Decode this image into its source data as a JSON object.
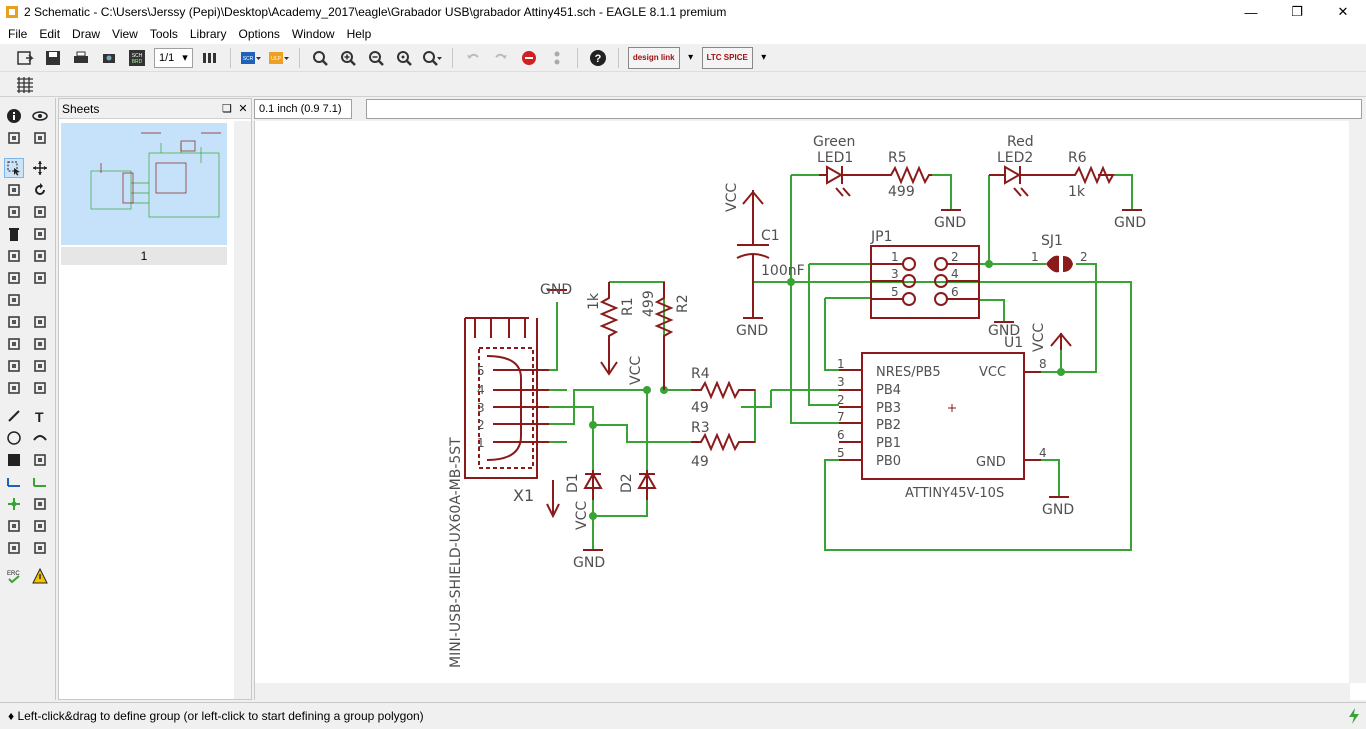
{
  "window": {
    "title": "2 Schematic - C:\\Users\\Jerssy (Pepi)\\Desktop\\Academy_2017\\eagle\\Grabador USB\\grabador Attiny451.sch - EAGLE 8.1.1 premium"
  },
  "menu": [
    "File",
    "Edit",
    "Draw",
    "View",
    "Tools",
    "Library",
    "Options",
    "Window",
    "Help"
  ],
  "toolbar": {
    "sheet_select": "1/1",
    "designlink_label": "design link",
    "ltspice_label": "LTC SPICE"
  },
  "sheets": {
    "header": "Sheets",
    "thumb_label": "1"
  },
  "command": {
    "coordinate": "0.1 inch (0.9 7.1)",
    "value": ""
  },
  "schematic": {
    "labels": {
      "green": "Green",
      "led1": "LED1",
      "r5": "R5",
      "r5_val": "499",
      "gnd_r5": "GND",
      "red": "Red",
      "led2": "LED2",
      "r6": "R6",
      "r6_val": "1k",
      "gnd_r6": "GND",
      "vcc_c1": "VCC",
      "c1": "C1",
      "c1_val": "100nF",
      "gnd_c1": "GND",
      "jp1": "JP1",
      "jp1_p1": "1",
      "jp1_p2": "2",
      "jp1_p3": "3",
      "jp1_p4": "4",
      "jp1_p5": "5",
      "jp1_p6": "6",
      "gnd_jp1": "GND",
      "sj1": "SJ1",
      "sj1_p1": "1",
      "sj1_p2": "2",
      "u1": "U1",
      "vcc_u1": "VCC",
      "pin1": "1",
      "pin3": "3",
      "pin2": "2",
      "pin7": "7",
      "pin6": "6",
      "pin5": "5",
      "pin8": "8",
      "pin4": "4",
      "nres": "NRES/PB5",
      "pb4": "PB4",
      "pb3": "PB3",
      "pb2": "PB2",
      "pb1": "PB1",
      "pb0": "PB0",
      "vcc_pin": "VCC",
      "gnd_pin": "GND",
      "attiny": "ATTINY45V-10S",
      "gnd_u1": "GND",
      "gnd_x1": "GND",
      "x1": "X1",
      "usb_name": "MINI-USB-SHIELD-UX60A-MB-5ST",
      "usb1": "1",
      "usb2": "2",
      "usb3": "3",
      "usb4": "4",
      "usb5": "5",
      "r1": "R1",
      "r1_val": "1k",
      "r2": "R2",
      "r2_val": "499",
      "vcc_r": "VCC",
      "r4": "R4",
      "r4_val": "49",
      "r3": "R3",
      "r3_val": "49",
      "d1": "D1",
      "d2": "D2",
      "vcc_d": "VCC",
      "gnd_d": "GND"
    }
  },
  "status": {
    "message": "♦ Left-click&drag to define group (or left-click to start defining a group polygon)"
  },
  "colors": {
    "wire": "#3aa335",
    "symbol": "#8b1a1a",
    "text": "#505050",
    "junction": "#3aa335"
  }
}
